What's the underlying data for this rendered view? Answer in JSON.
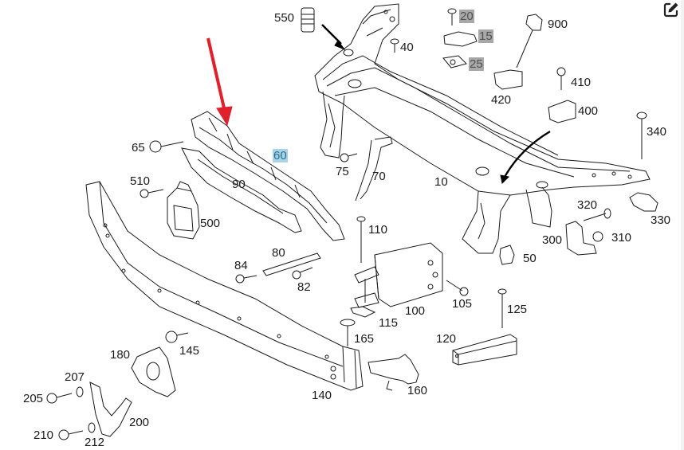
{
  "diagram": {
    "title": "Front end carrier / bumper reinforcement exploded parts diagram",
    "highlight_colors": {
      "gray": "#a8a8a8",
      "blue": "#a9d3e6",
      "arrow": "#e0202a"
    },
    "labels": [
      {
        "id": "550",
        "text": "550",
        "style": "plain"
      },
      {
        "id": "20",
        "text": "20",
        "style": "gray"
      },
      {
        "id": "15",
        "text": "15",
        "style": "gray"
      },
      {
        "id": "25",
        "text": "25",
        "style": "gray"
      },
      {
        "id": "40",
        "text": "40",
        "style": "plain"
      },
      {
        "id": "900",
        "text": "900",
        "style": "plain"
      },
      {
        "id": "410",
        "text": "410",
        "style": "plain"
      },
      {
        "id": "420",
        "text": "420",
        "style": "plain"
      },
      {
        "id": "400",
        "text": "400",
        "style": "plain"
      },
      {
        "id": "340",
        "text": "340",
        "style": "plain"
      },
      {
        "id": "65",
        "text": "65",
        "style": "plain"
      },
      {
        "id": "60",
        "text": "60",
        "style": "blue"
      },
      {
        "id": "75",
        "text": "75",
        "style": "plain"
      },
      {
        "id": "70",
        "text": "70",
        "style": "plain"
      },
      {
        "id": "10",
        "text": "10",
        "style": "plain"
      },
      {
        "id": "510",
        "text": "510",
        "style": "plain"
      },
      {
        "id": "90",
        "text": "90",
        "style": "plain"
      },
      {
        "id": "500",
        "text": "500",
        "style": "plain"
      },
      {
        "id": "320",
        "text": "320",
        "style": "plain"
      },
      {
        "id": "330",
        "text": "330",
        "style": "plain"
      },
      {
        "id": "300",
        "text": "300",
        "style": "plain"
      },
      {
        "id": "310",
        "text": "310",
        "style": "plain"
      },
      {
        "id": "50",
        "text": "50",
        "style": "plain"
      },
      {
        "id": "110",
        "text": "110",
        "style": "plain"
      },
      {
        "id": "80",
        "text": "80",
        "style": "plain"
      },
      {
        "id": "84",
        "text": "84",
        "style": "plain"
      },
      {
        "id": "82",
        "text": "82",
        "style": "plain"
      },
      {
        "id": "100",
        "text": "100",
        "style": "plain"
      },
      {
        "id": "105",
        "text": "105",
        "style": "plain"
      },
      {
        "id": "125",
        "text": "125",
        "style": "plain"
      },
      {
        "id": "115",
        "text": "115",
        "style": "plain"
      },
      {
        "id": "165",
        "text": "165",
        "style": "plain"
      },
      {
        "id": "120",
        "text": "120",
        "style": "plain"
      },
      {
        "id": "180",
        "text": "180",
        "style": "plain"
      },
      {
        "id": "145",
        "text": "145",
        "style": "plain"
      },
      {
        "id": "207",
        "text": "207",
        "style": "plain"
      },
      {
        "id": "205",
        "text": "205",
        "style": "plain"
      },
      {
        "id": "200",
        "text": "200",
        "style": "plain"
      },
      {
        "id": "210",
        "text": "210",
        "style": "plain"
      },
      {
        "id": "212",
        "text": "212",
        "style": "plain"
      },
      {
        "id": "140",
        "text": "140",
        "style": "plain"
      },
      {
        "id": "160",
        "text": "160",
        "style": "plain"
      }
    ]
  },
  "toolbar": {
    "edit_icon": "edit-square-pencil-icon"
  }
}
